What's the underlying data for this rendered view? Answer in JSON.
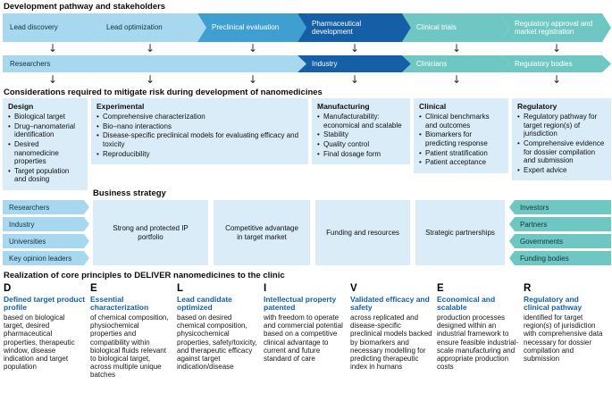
{
  "colors": {
    "light_blue": "#a7d8ef",
    "medium_blue": "#3f9fd1",
    "dark_blue": "#155fa7",
    "teal": "#6fc7c3",
    "panel_blue": "#d9ecf7",
    "header_blue": "#155fa7"
  },
  "icons": {
    "down_arrow": "↓"
  },
  "pathway": {
    "title": "Development pathway and stakeholders",
    "stages": [
      "Lead discovery",
      "Lead optimization",
      "Preclinical evaluation",
      "Pharmaceutical development",
      "Clinical trials",
      "Regulatory approval and market registration"
    ],
    "stakeholders": [
      "Researchers",
      "Industry",
      "Clinicians",
      "Regulatory bodies"
    ]
  },
  "considerations": {
    "title": "Considerations required to mitigate risk during development of nanomedicines",
    "columns": [
      {
        "header": "Design",
        "items": [
          "Biological target",
          "Drug–nanomaterial identification",
          "Desired nanomedicine properties",
          "Target population and dosing"
        ]
      },
      {
        "header": "Experimental",
        "items": [
          "Comprehensive characterization",
          "Bio–nano interactions",
          "Disease-specific preclinical models for evaluating efficacy and toxicity",
          "Reproducibility"
        ]
      },
      {
        "header": "Manufacturing",
        "items": [
          "Manufacturability: economical and scalable",
          "Stability",
          "Quality control",
          "Final dosage form"
        ]
      },
      {
        "header": "Clinical",
        "items": [
          "Clinical benchmarks and outcomes",
          "Biomarkers for predicting response",
          "Patient stratification",
          "Patient acceptance"
        ]
      },
      {
        "header": "Regulatory",
        "items": [
          "Regulatory pathway for target region(s) of jurisdiction",
          "Comprehensive evidence for dossier compilation and submission",
          "Expert advice"
        ]
      }
    ]
  },
  "business": {
    "title": "Business strategy",
    "left": [
      "Researchers",
      "Industry",
      "Universities",
      "Key opinion leaders"
    ],
    "middle": [
      "Strong and protected IP portfolio",
      "Competitive advantage in target market",
      "Funding and resources",
      "Strategic partnerships"
    ],
    "right": [
      "Investors",
      "Partners",
      "Governments",
      "Funding bodies"
    ]
  },
  "deliver": {
    "title": "Realization of core principles to DELIVER nanomedicines to the clinic",
    "principles": [
      {
        "letter": "D",
        "header": "Defined target product profile",
        "body": "based on biological target, desired pharmaceutical properties, therapeutic window, disease indication and target population"
      },
      {
        "letter": "E",
        "header": "Essential characterization",
        "body": "of chemical composition, physiochemical properties and compatibility within biological fluids relevant to biological target, across multiple unique batches"
      },
      {
        "letter": "L",
        "header": "Lead candidate optimized",
        "body": "based on desired chemical composition, physicochemical properties, safety/toxicity, and therapeutic efficacy against target indication/disease"
      },
      {
        "letter": "I",
        "header": "Intellectual property patented",
        "body": "with freedom to operate and commercial potential based on a competitive clinical advantage to current and future standard of care"
      },
      {
        "letter": "V",
        "header": "Validated efficacy and safety",
        "body": "across replicated and disease-specific preclinical models backed by biomarkers and necessary modelling for predicting therapeutic index in humans"
      },
      {
        "letter": "E",
        "header": "Economical and scalable",
        "body": "production processes designed within an industrial framework to ensure feasible industrial-scale manufacturing and appropriate production costs"
      },
      {
        "letter": "R",
        "header": "Regulatory and clinical pathway",
        "body": "identified for target region(s) of jurisdiction with comprehensive data necessary for dossier compilation and submission"
      }
    ]
  }
}
